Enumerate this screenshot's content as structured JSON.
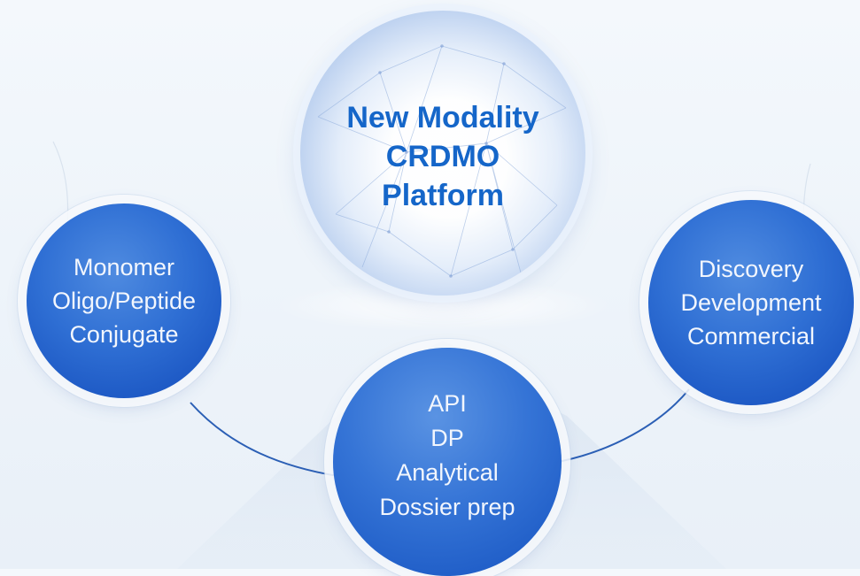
{
  "center": {
    "lines": [
      "New Modality",
      "CRDMO",
      "Platform"
    ],
    "color": "#1566c9"
  },
  "left": {
    "lines": [
      "Monomer",
      "Oligo/Peptide",
      "Conjugate"
    ]
  },
  "right": {
    "lines": [
      "Discovery",
      "Development",
      "Commercial"
    ]
  },
  "bottom": {
    "lines": [
      "API",
      "DP",
      "Analytical",
      "Dossier prep"
    ]
  },
  "colors": {
    "circle_blue": "#2f6fd4",
    "connector": "#2b5fb5",
    "background": "#eef4fa"
  }
}
